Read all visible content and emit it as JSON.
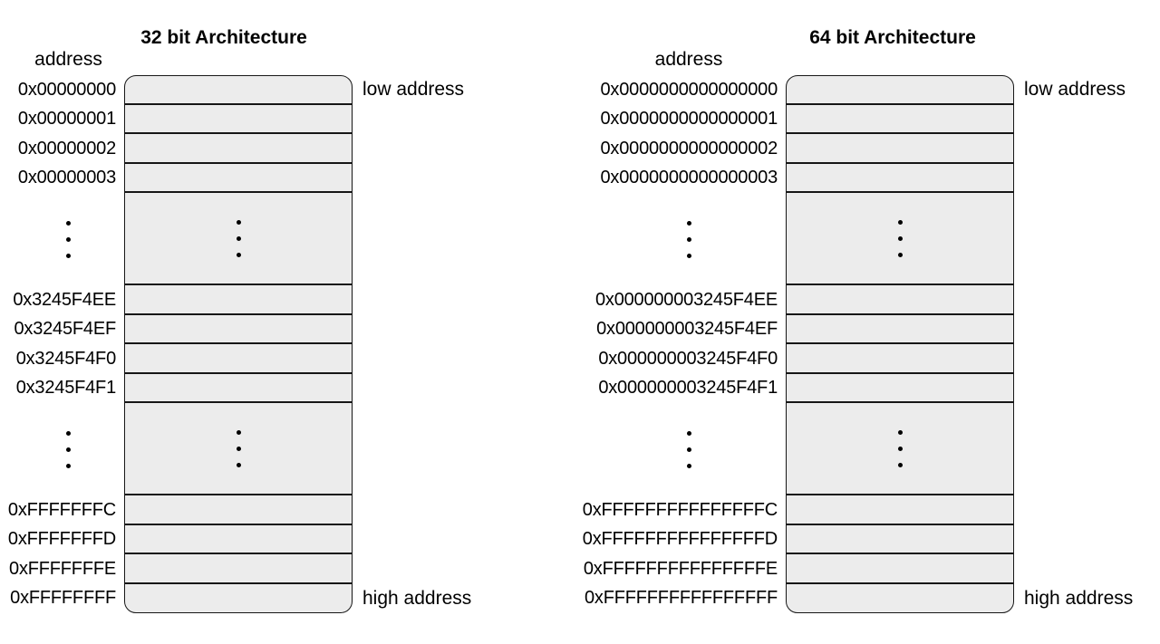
{
  "colors": {
    "background": "#ffffff",
    "cell_fill": "#ececec",
    "line": "#161616",
    "text": "#000000"
  },
  "diagrams": [
    {
      "title": "32 bit Architecture",
      "address_column_label": "address",
      "low_address_label": "low address",
      "high_address_label": "high address",
      "rows": [
        {
          "type": "cell",
          "address": "0x00000000"
        },
        {
          "type": "cell",
          "address": "0x00000001"
        },
        {
          "type": "cell",
          "address": "0x00000002"
        },
        {
          "type": "cell",
          "address": "0x00000003"
        },
        {
          "type": "dots"
        },
        {
          "type": "cell",
          "address": "0x3245F4EE"
        },
        {
          "type": "cell",
          "address": "0x3245F4EF"
        },
        {
          "type": "cell",
          "address": "0x3245F4F0"
        },
        {
          "type": "cell",
          "address": "0x3245F4F1"
        },
        {
          "type": "dots"
        },
        {
          "type": "cell",
          "address": "0xFFFFFFFC"
        },
        {
          "type": "cell",
          "address": "0xFFFFFFFD"
        },
        {
          "type": "cell",
          "address": "0xFFFFFFFE"
        },
        {
          "type": "cell",
          "address": "0xFFFFFFFF"
        }
      ]
    },
    {
      "title": "64 bit Architecture",
      "address_column_label": "address",
      "low_address_label": "low address",
      "high_address_label": "high address",
      "rows": [
        {
          "type": "cell",
          "address": "0x0000000000000000"
        },
        {
          "type": "cell",
          "address": "0x0000000000000001"
        },
        {
          "type": "cell",
          "address": "0x0000000000000002"
        },
        {
          "type": "cell",
          "address": "0x0000000000000003"
        },
        {
          "type": "dots"
        },
        {
          "type": "cell",
          "address": "0x000000003245F4EE"
        },
        {
          "type": "cell",
          "address": "0x000000003245F4EF"
        },
        {
          "type": "cell",
          "address": "0x000000003245F4F0"
        },
        {
          "type": "cell",
          "address": "0x000000003245F4F1"
        },
        {
          "type": "dots"
        },
        {
          "type": "cell",
          "address": "0xFFFFFFFFFFFFFFFC"
        },
        {
          "type": "cell",
          "address": "0xFFFFFFFFFFFFFFFD"
        },
        {
          "type": "cell",
          "address": "0xFFFFFFFFFFFFFFFE"
        },
        {
          "type": "cell",
          "address": "0xFFFFFFFFFFFFFFFF"
        }
      ]
    }
  ]
}
